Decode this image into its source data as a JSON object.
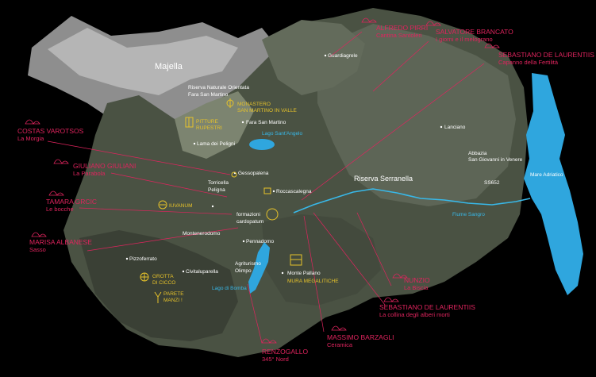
{
  "colors": {
    "background": "#000000",
    "terrain_dark": "#3b4236",
    "terrain_mid": "#555d4b",
    "terrain_light": "#7a8070",
    "mountain_grey": "#9a9a9a",
    "sea": "#2fa6de",
    "label_pink": "#e0245e",
    "label_yellow": "#e6c22a",
    "water_blue": "#38b8e8"
  },
  "places": {
    "majella": "Majella",
    "guardiagrele": "Guardiagrele",
    "riserva_fara_1": "Riserva Naturale Orientata",
    "riserva_fara_2": "Fara San Martino",
    "fara": "Fara San Martino",
    "lago_sant_angelo": "Lago Sant'Angelo",
    "lama": "Lama dei Peligni",
    "lanciano": "Lanciano",
    "abbazia_1": "Abbazia",
    "abbazia_2": "San Giovanni in Venere",
    "mare": "Mare Adriatico",
    "ss652": "SS652",
    "fiume_sangro": "Fiume Sangro",
    "riserva_serranella": "Riserva Serranella",
    "gessopalena": "Gessopalena",
    "torricella_1": "Torricella",
    "torricella_2": "Peligna",
    "roccascalegna": "Roccascalegna",
    "formazioni_1": "formazioni",
    "formazioni_2": "cardopatum",
    "montenerodomo": "Montenerodomo",
    "pennadomo": "Pennadomo",
    "pizzoferrato": "Pizzoferrato",
    "civitaluparella": "Civitaluparella",
    "agriturismo_1": "Agriturismo",
    "agriturismo_2": "Olimpo",
    "lago_bomba": "Lago di Bomba",
    "monte_pallano": "Monte Pallano"
  },
  "sites": {
    "monastero_1": "MONASTERO",
    "monastero_2": "SAN MARTINO IN VALLE",
    "pitture_1": "PITTURE",
    "pitture_2": "RUPESTRI",
    "iuvanum": "IUVANUM",
    "grotta_1": "GROTTA",
    "grotta_2": "DI CICCO",
    "parete_1": "PARETE",
    "parete_2": "MANZI !",
    "mura": "MURA MEGALITICHE"
  },
  "artists": [
    {
      "name": "ALFREDO PIRRI",
      "work": "Cantina Santoleri",
      "icon": "wave-sketch-icon"
    },
    {
      "name": "SALVATORE BRANCATO",
      "work": "I giorni e il melograno",
      "icon": "mountain-sketch-icon"
    },
    {
      "name": "SEBASTIANO DE LAURENTIIS",
      "work": "Capanno della Fertilità",
      "icon": "hut-sketch-icon"
    },
    {
      "name": "COSTAS VAROTSOS",
      "work": "La Morgia",
      "icon": "rock-sketch-icon"
    },
    {
      "name": "GIULIANO GIULIANI",
      "work": "La Parabola",
      "icon": "parabola-sketch-icon"
    },
    {
      "name": "TAMARA GRCIC",
      "work": "Le bocche",
      "icon": "lips-sketch-icon"
    },
    {
      "name": "MARISA ALBANESE",
      "work": "Sasso",
      "icon": "stone-sketch-icon"
    },
    {
      "name": "NUNZIO",
      "work": "La Biscia",
      "icon": "snake-sketch-icon"
    },
    {
      "name": "SEBASTIANO DE LAURENTIIS",
      "work": "La collina degli alberi morti",
      "icon": "hill-sketch-icon"
    },
    {
      "name": "MASSIMO BARZAGLI",
      "work": "Ceramica",
      "icon": "arch-sketch-icon"
    },
    {
      "name": "RENZOGALLO",
      "work": "345° Nord",
      "icon": "bench-sketch-icon"
    }
  ]
}
